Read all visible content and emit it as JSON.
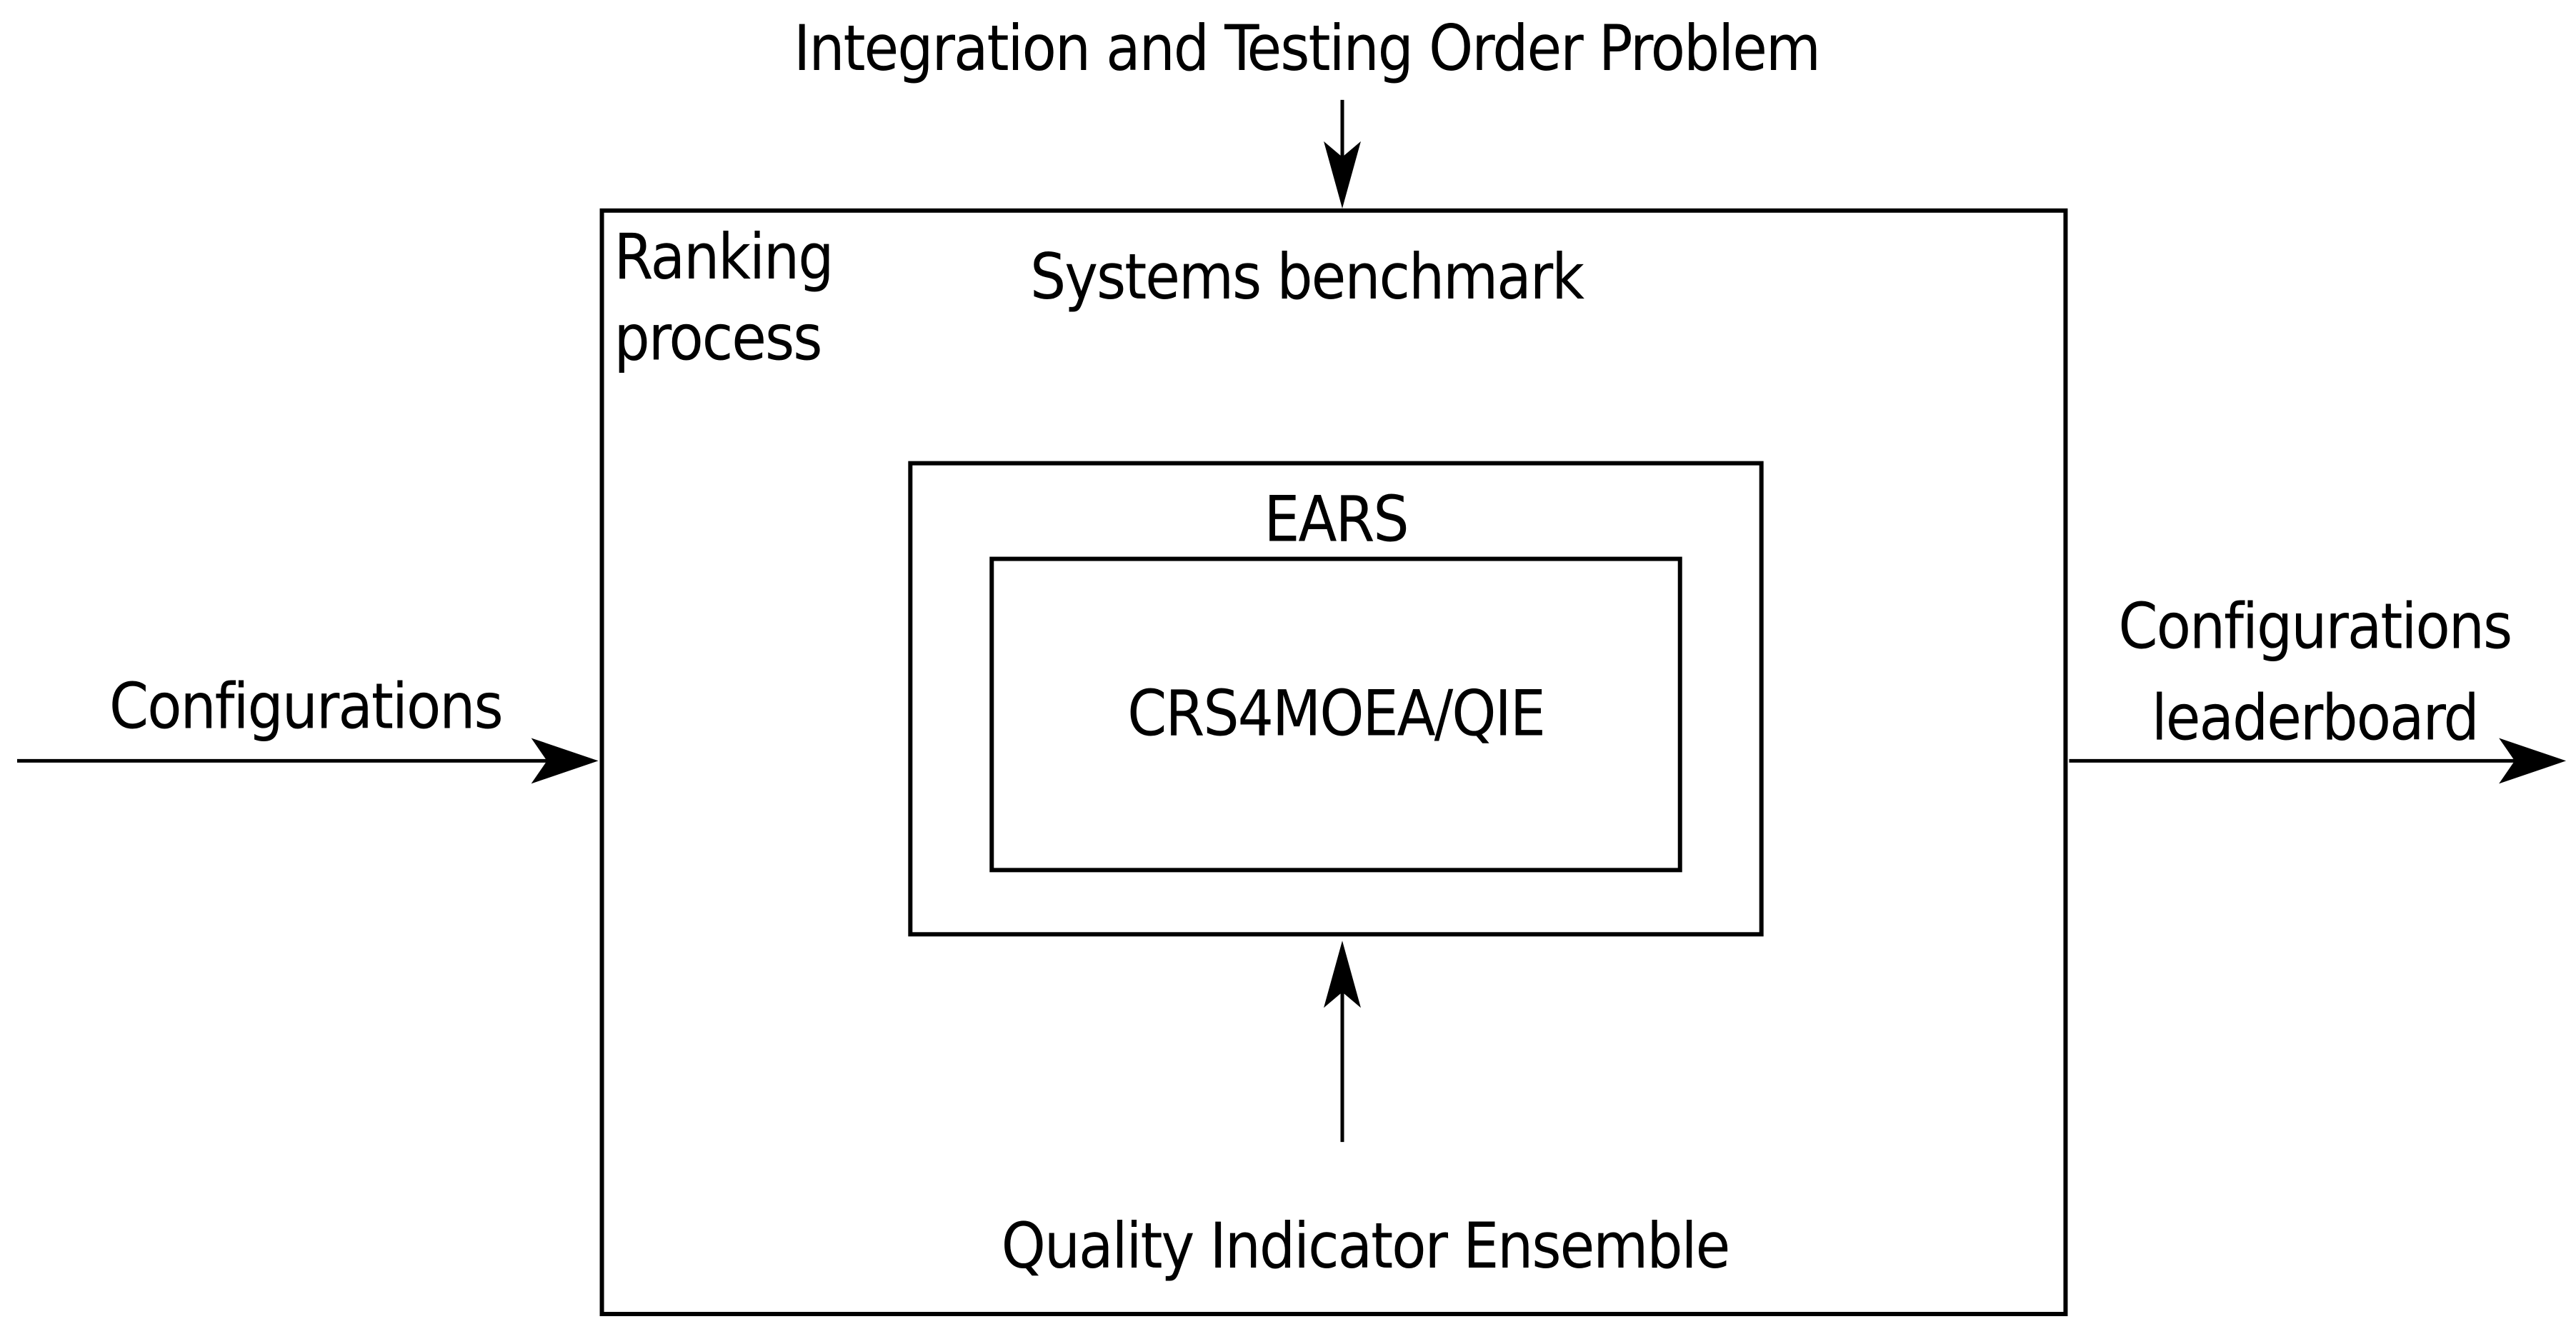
{
  "diagram": {
    "colors": {
      "background": "#ffffff",
      "stroke": "#000000",
      "text": "#000000"
    },
    "top_label": "Integration and Testing Order Problem",
    "outer_box": {
      "corner_label": "Ranking process",
      "header_label": "Systems benchmark"
    },
    "ears_box": {
      "label": "EARS"
    },
    "inner_box": {
      "label": "CRS4MOEA/QIE"
    },
    "bottom_arrow_label": "Quality Indicator Ensemble",
    "left_arrow_label": "Configurations",
    "right_arrow_label": "Configurations leaderboard"
  }
}
